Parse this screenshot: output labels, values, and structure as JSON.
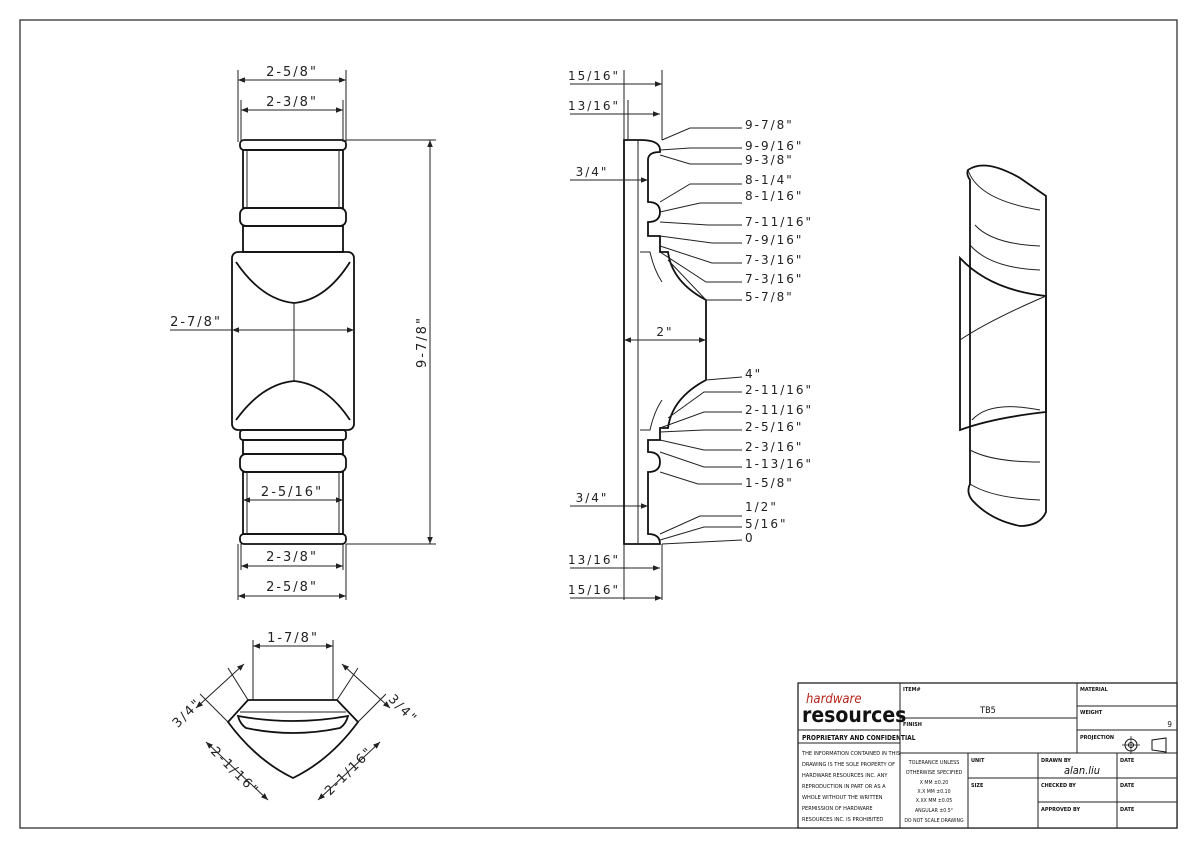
{
  "front_view": {
    "top_outer_width": "2-5/8\"",
    "top_inner_width": "2-3/8\"",
    "center_width": "2-7/8\"",
    "overall_height": "9-7/8\"",
    "lower_inner_width": "2-5/16\"",
    "bottom_inner_width": "2-3/8\"",
    "bottom_outer_width": "2-5/8\""
  },
  "side_view": {
    "top_depth_outer": "15/16\"",
    "top_depth_inner": "13/16\"",
    "upper_depth": "3/4\"",
    "center_depth": "2\"",
    "lower_depth": "3/4\"",
    "bottom_depth_inner": "13/16\"",
    "bottom_depth_outer": "15/16\"",
    "heights": [
      "9-7/8\"",
      "9-9/16\"",
      "9-3/8\"",
      "8-1/4\"",
      "8-1/16\"",
      "7-11/16\"",
      "7-9/16\"",
      "7-3/16\"",
      "7-3/16\"",
      "5-7/8\"",
      "4\"",
      "2-11/16\"",
      "2-11/16\"",
      "2-5/16\"",
      "2-3/16\"",
      "1-13/16\"",
      "1-5/8\"",
      "1/2\"",
      "5/16\"",
      "0"
    ]
  },
  "plan_view": {
    "top_width": "1-7/8\"",
    "left_depth": "3/4\"",
    "right_depth": "3/4\"",
    "left_side": "2-1/16\"",
    "right_side": "2-1/16\""
  },
  "title_block": {
    "logo_top": "hardware",
    "logo_bottom": "resources",
    "proprietary_heading": "PROPRIETARY AND CONFIDENTIAL",
    "proprietary_lines": [
      "THE INFORMATION CONTAINED IN THIS",
      "DRAWING IS THE SOLE PROPERTY OF",
      "HARDWARE RESOURCES INC. ANY",
      "REPRODUCTION IN PART OR AS A",
      "WHOLE WITHOUT THE WRITTEN",
      "PERMISSION OF HARDWARE",
      "RESOURCES INC. IS PROHIBITED"
    ],
    "item_label": "ITEM#",
    "item_value": "TB5",
    "finish_label": "FINISH",
    "material_label": "MATERIAL",
    "weight_label": "WEIGHT",
    "weight_value": "9",
    "projection_label": "PROJECTION",
    "tolerance_lines": [
      "TOLERANCE UNLESS",
      "OTHERWISE SPECIFIED",
      "X   MM   ±0.20",
      "X.X   MM   ±0.10",
      "X.XX  MM   ±0.05",
      "ANGULAR   ±0.5°",
      "DO NOT SCALE DRAWING"
    ],
    "unit_label": "UNIT",
    "size_label": "SIZE",
    "drawn_by_label": "DRAWN BY",
    "drawn_by_value": "alan.liu",
    "checked_by_label": "CHECKED BY",
    "approved_by_label": "APPROVED BY",
    "date_label": "DATE"
  }
}
